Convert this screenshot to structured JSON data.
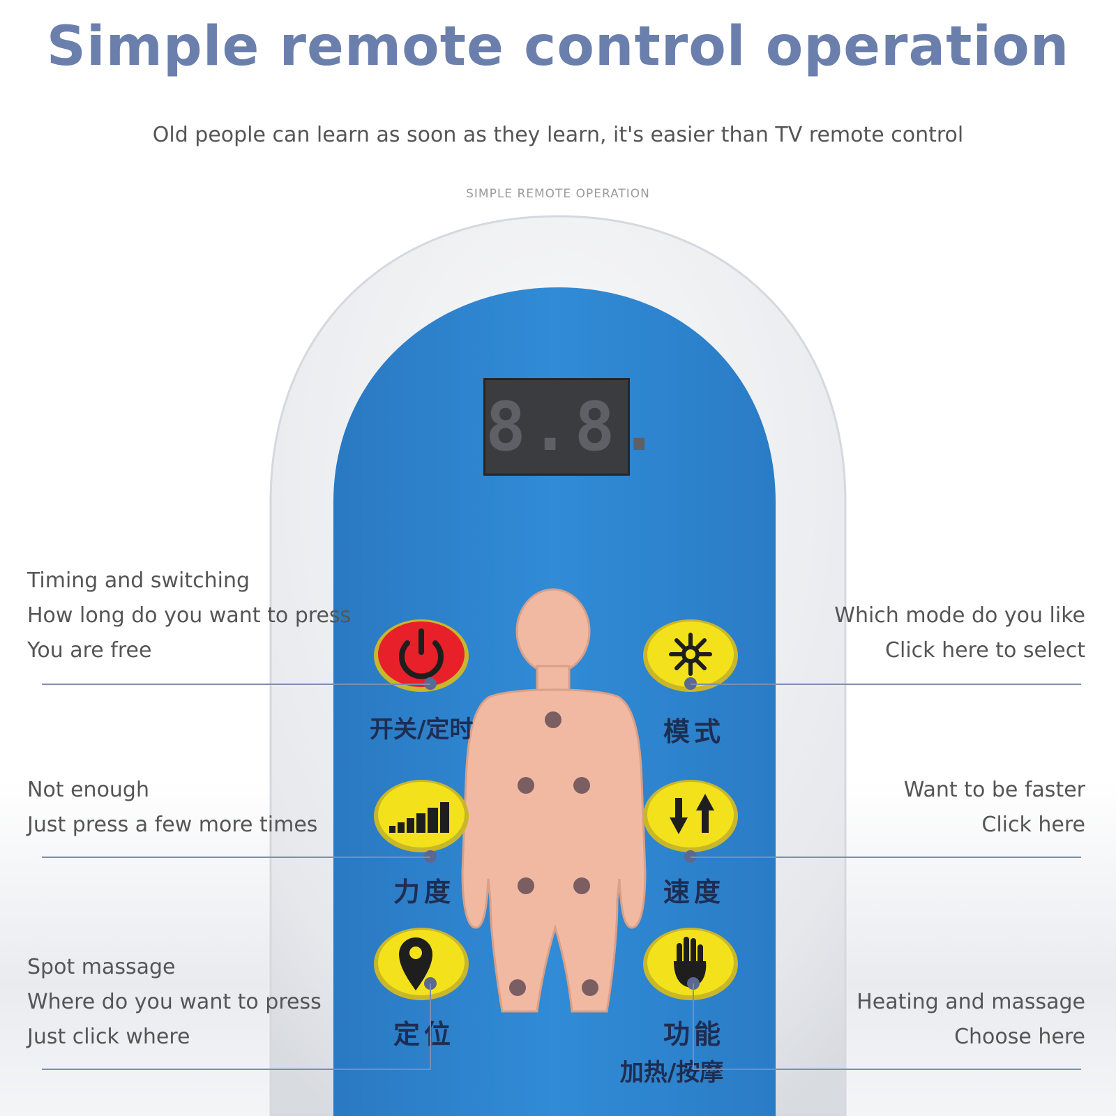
{
  "header": {
    "title": "Simple remote control operation",
    "subtitle": "Old people can learn as soon as they learn, it's easier than TV remote control",
    "tagline": "SIMPLE REMOTE OPERATION"
  },
  "display": {
    "value": "8.8."
  },
  "buttons": {
    "power": {
      "label": "开关/定时",
      "color": "#e8202a",
      "icon": "power-icon"
    },
    "mode": {
      "label": "模式",
      "color": "#f3e21b",
      "icon": "snowflake-icon"
    },
    "strength": {
      "label": "力度",
      "color": "#f3e21b",
      "icon": "signal-bars-icon"
    },
    "speed": {
      "label": "速度",
      "color": "#f3e21b",
      "icon": "up-down-arrows-icon"
    },
    "position": {
      "label": "定位",
      "color": "#f3e21b",
      "icon": "location-pin-icon"
    },
    "function": {
      "label": "功能",
      "sub_label": "加热/按摩",
      "color": "#f3e21b",
      "icon": "hand-icon"
    }
  },
  "captions": {
    "power": [
      "Timing and switching",
      "How long do you want to press",
      "You are free"
    ],
    "mode": [
      "Which mode do you like",
      "Click here to select"
    ],
    "strength": [
      "Not enough",
      "Just press a few more times"
    ],
    "speed": [
      "Want to be faster",
      "Click here"
    ],
    "position": [
      "Spot massage",
      "Where do you want to press",
      "Just click where"
    ],
    "function": [
      "Heating and massage",
      "Choose here"
    ]
  },
  "colors": {
    "title": "#6b7fad",
    "panel": "#2f86d2",
    "body_figure": "#f2b9a2",
    "lines": "#7d8db0"
  }
}
